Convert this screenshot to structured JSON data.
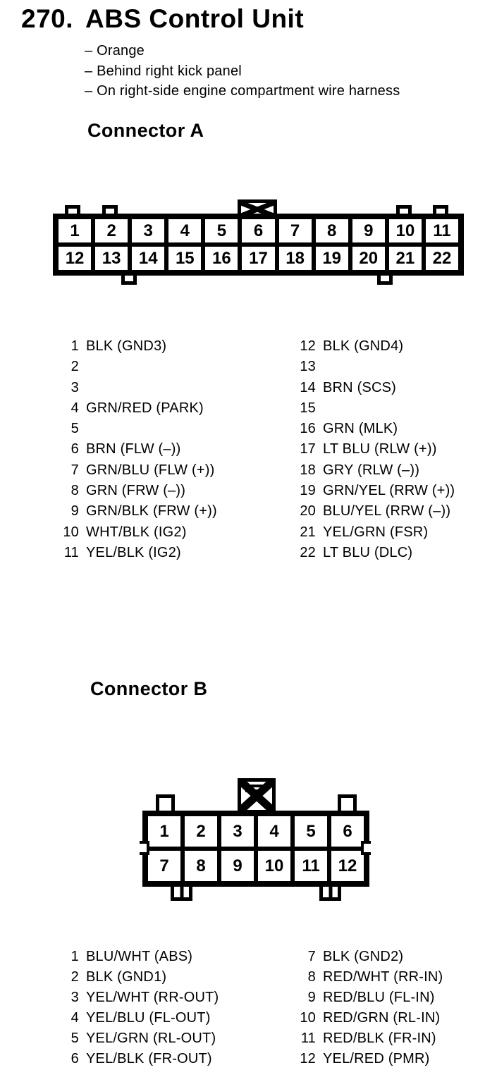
{
  "page": {
    "title_number": "270.",
    "title_text": "ABS Control Unit",
    "notes": [
      "– Orange",
      "– Behind right kick panel",
      "– On right-side engine compartment wire harness"
    ]
  },
  "connector_a": {
    "heading": "Connector A",
    "pin_rows": [
      [
        "1",
        "2",
        "3",
        "4",
        "5",
        "6",
        "7",
        "8",
        "9",
        "10",
        "11"
      ],
      [
        "12",
        "13",
        "14",
        "15",
        "16",
        "17",
        "18",
        "19",
        "20",
        "21",
        "22"
      ]
    ],
    "pins_left": [
      {
        "pin": "1",
        "label": "BLK (GND3)"
      },
      {
        "pin": "2",
        "label": ""
      },
      {
        "pin": "3",
        "label": ""
      },
      {
        "pin": "4",
        "label": "GRN/RED (PARK)"
      },
      {
        "pin": "5",
        "label": ""
      },
      {
        "pin": "6",
        "label": "BRN (FLW (–))"
      },
      {
        "pin": "7",
        "label": "GRN/BLU (FLW (+))"
      },
      {
        "pin": "8",
        "label": "GRN (FRW (–))"
      },
      {
        "pin": "9",
        "label": "GRN/BLK (FRW (+))"
      },
      {
        "pin": "10",
        "label": "WHT/BLK (IG2)"
      },
      {
        "pin": "11",
        "label": "YEL/BLK (IG2)"
      }
    ],
    "pins_right": [
      {
        "pin": "12",
        "label": "BLK (GND4)"
      },
      {
        "pin": "13",
        "label": ""
      },
      {
        "pin": "14",
        "label": "BRN (SCS)"
      },
      {
        "pin": "15",
        "label": ""
      },
      {
        "pin": "16",
        "label": "GRN (MLK)"
      },
      {
        "pin": "17",
        "label": "LT BLU (RLW (+))"
      },
      {
        "pin": "18",
        "label": "GRY (RLW (–))"
      },
      {
        "pin": "19",
        "label": "GRN/YEL (RRW (+))"
      },
      {
        "pin": "20",
        "label": "BLU/YEL (RRW (–))"
      },
      {
        "pin": "21",
        "label": "YEL/GRN (FSR)"
      },
      {
        "pin": "22",
        "label": "LT BLU (DLC)"
      }
    ]
  },
  "connector_b": {
    "heading": "Connector B",
    "pin_rows": [
      [
        "1",
        "2",
        "3",
        "4",
        "5",
        "6"
      ],
      [
        "7",
        "8",
        "9",
        "10",
        "11",
        "12"
      ]
    ],
    "pins_left": [
      {
        "pin": "1",
        "label": "BLU/WHT (ABS)"
      },
      {
        "pin": "2",
        "label": "BLK (GND1)"
      },
      {
        "pin": "3",
        "label": "YEL/WHT (RR-OUT)"
      },
      {
        "pin": "4",
        "label": "YEL/BLU (FL-OUT)"
      },
      {
        "pin": "5",
        "label": "YEL/GRN (RL-OUT)"
      },
      {
        "pin": "6",
        "label": "YEL/BLK (FR-OUT)"
      }
    ],
    "pins_right": [
      {
        "pin": "7",
        "label": "BLK (GND2)"
      },
      {
        "pin": "8",
        "label": "RED/WHT (RR-IN)"
      },
      {
        "pin": "9",
        "label": "RED/BLU (FL-IN)"
      },
      {
        "pin": "10",
        "label": "RED/GRN (RL-IN)"
      },
      {
        "pin": "11",
        "label": "RED/BLK (FR-IN)"
      },
      {
        "pin": "12",
        "label": "YEL/RED (PMR)"
      }
    ]
  },
  "colors": {
    "ink": "#000000",
    "paper": "#ffffff"
  }
}
